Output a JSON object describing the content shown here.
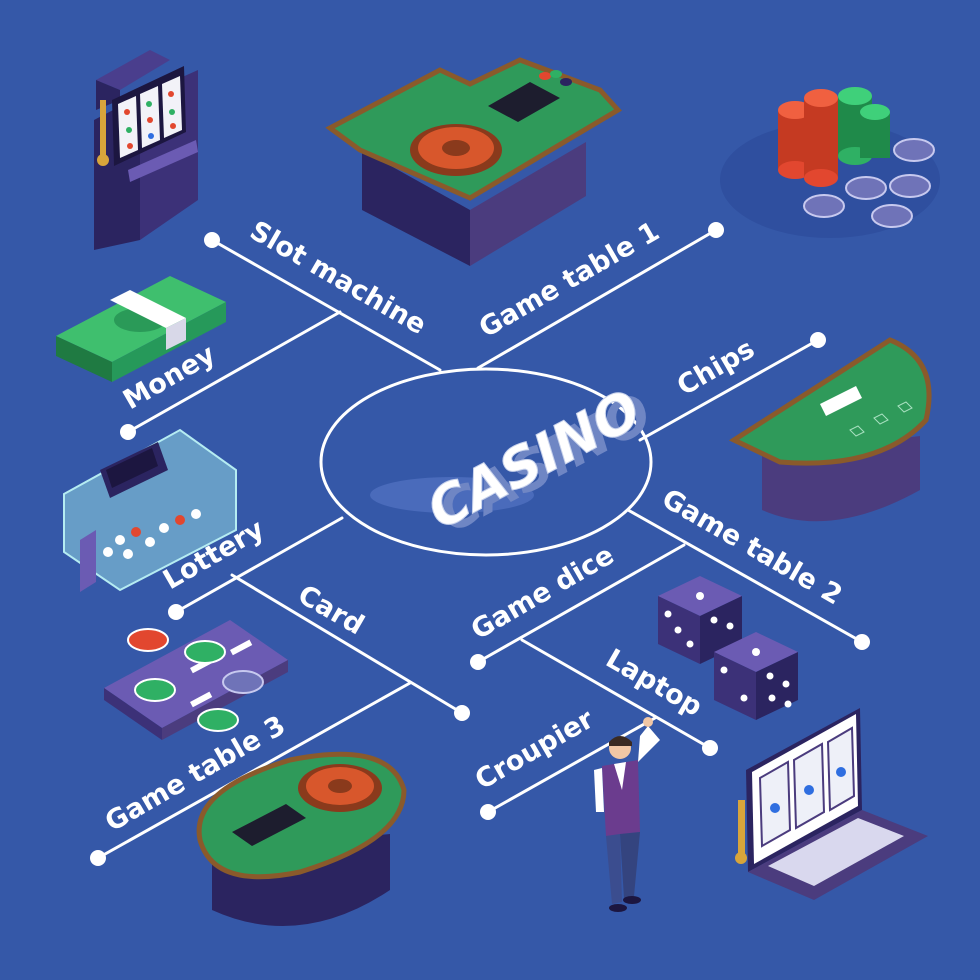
{
  "title": "CASINO",
  "labels": {
    "slot_machine": "Slot machine",
    "game_table_1": "Game table 1",
    "money": "Money",
    "chips": "Chips",
    "lottery": "Lottery",
    "card": "Card",
    "game_dice": "Game dice",
    "game_table_2": "Game table 2",
    "game_table_3": "Game table 3",
    "laptop": "Laptop",
    "croupier": "Croupier"
  },
  "colors": {
    "background": "#3558a8",
    "line": "#ffffff",
    "felt_green": "#2f9a5a",
    "table_purple": "#4b3c7e",
    "chip_red": "#e2472f",
    "chip_green": "#2fb064"
  }
}
